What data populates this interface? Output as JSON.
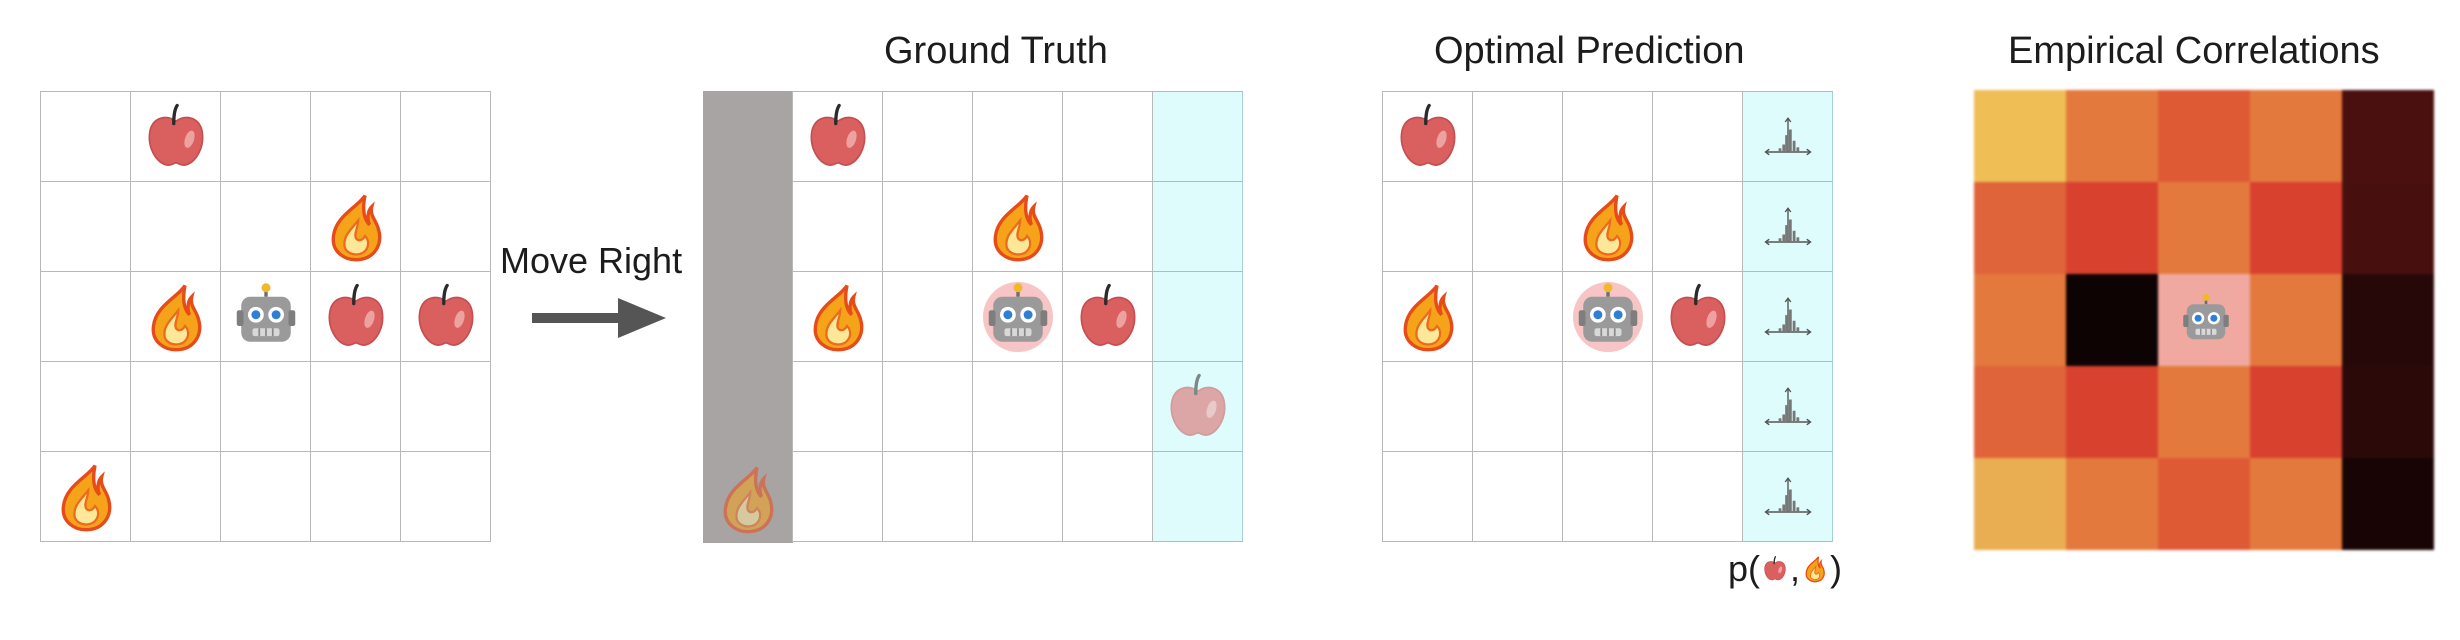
{
  "action_label": "Move Right",
  "titles": {
    "ground_truth": "Ground Truth",
    "optimal_prediction": "Optimal Prediction",
    "empirical_correlations": "Empirical Correlations"
  },
  "prob_label": {
    "prefix": "p(",
    "separator": ",",
    "suffix": ")"
  },
  "grid_size": 5,
  "grids": {
    "start": {
      "cells": [
        [
          "",
          "apple",
          "",
          "",
          ""
        ],
        [
          "",
          "",
          "",
          "fire",
          ""
        ],
        [
          "",
          "fire",
          "robot",
          "apple",
          "apple"
        ],
        [
          "",
          "",
          "",
          "",
          ""
        ],
        [
          "fire",
          "",
          "",
          "",
          ""
        ]
      ]
    },
    "ground_truth": {
      "cells": [
        [
          "apple",
          "",
          "",
          "",
          ""
        ],
        [
          "",
          "",
          "fire",
          "",
          ""
        ],
        [
          "fire",
          "",
          "robot_apple",
          "apple",
          ""
        ],
        [
          "",
          "",
          "",
          "",
          "apple_new"
        ],
        [
          "",
          "",
          "",
          "",
          ""
        ]
      ],
      "teal_column": 4,
      "exited_item": "fire"
    },
    "optimal_prediction": {
      "cells": [
        [
          "apple",
          "",
          "",
          "",
          "dist"
        ],
        [
          "",
          "",
          "fire",
          "",
          "dist"
        ],
        [
          "fire",
          "",
          "robot_apple",
          "apple",
          "dist"
        ],
        [
          "",
          "",
          "",
          "",
          "dist"
        ],
        [
          "",
          "",
          "",
          "",
          "dist"
        ]
      ],
      "teal_column": 4
    }
  },
  "heatmap": {
    "colors": [
      [
        "#efbf56",
        "#e4793d",
        "#dd5a35",
        "#e4793d",
        "#4a100f"
      ],
      [
        "#df643a",
        "#d9412f",
        "#e4793d",
        "#d9412f",
        "#47100f"
      ],
      [
        "#e4793d",
        "#0d0303",
        "#f0a8a0",
        "#e4793d",
        "#270808"
      ],
      [
        "#df643a",
        "#d9412f",
        "#e4793d",
        "#d9412f",
        "#2c0909"
      ],
      [
        "#eaae52",
        "#e4793d",
        "#dd5a35",
        "#e4793d",
        "#180404"
      ]
    ],
    "agent_cell": [
      2,
      2
    ]
  }
}
